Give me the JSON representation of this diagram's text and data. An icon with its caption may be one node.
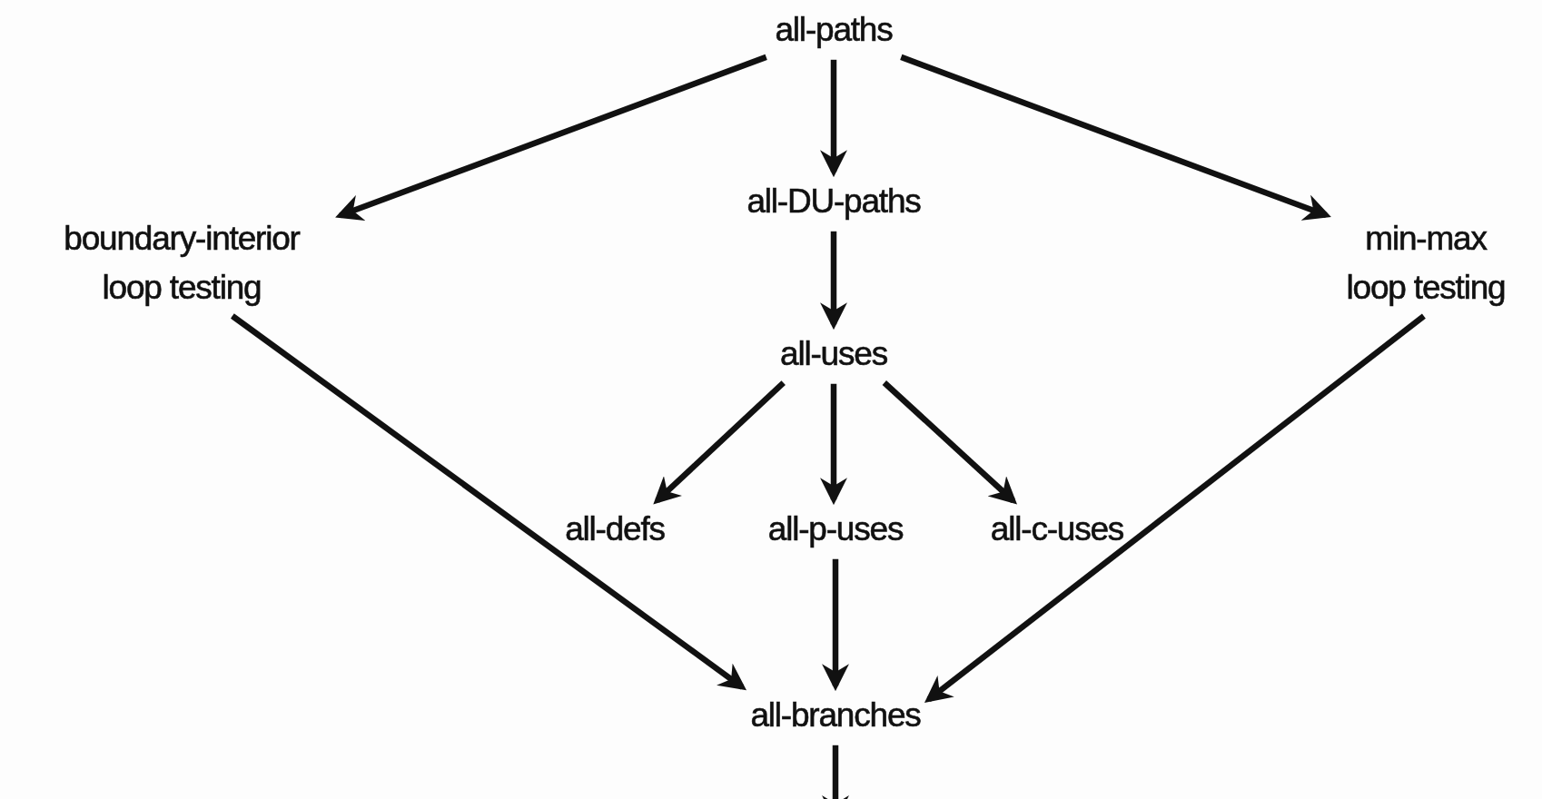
{
  "diagram": {
    "nodes": [
      {
        "text": [
          "all-paths"
        ]
      },
      {
        "text": [
          "boundary-interior loop testing"
        ]
      },
      {
        "text": [
          "all-DU-paths"
        ]
      },
      {
        "text": [
          "min-max loop testing"
        ]
      },
      {
        "text": [
          "all-uses"
        ]
      },
      {
        "text": [
          "all-defs"
        ]
      },
      {
        "text": [
          "all-p-uses"
        ]
      },
      {
        "text": [
          "all-c-uses"
        ]
      },
      {
        "text": [
          "all-branches"
        ]
      }
    ],
    "edges": [
      {
        "from": 0,
        "to": 1,
        "arrow": "to"
      },
      {
        "from": 0,
        "to": 2,
        "arrow": "to"
      },
      {
        "from": 0,
        "to": 3,
        "arrow": "to"
      },
      {
        "from": 2,
        "to": 4,
        "arrow": "to"
      },
      {
        "from": 4,
        "to": 5,
        "arrow": "to"
      },
      {
        "from": 4,
        "to": 6,
        "arrow": "to"
      },
      {
        "from": 4,
        "to": 7,
        "arrow": "to"
      },
      {
        "from": 6,
        "to": 8,
        "arrow": "to"
      },
      {
        "from": 1,
        "to": 8,
        "arrow": "to"
      },
      {
        "from": 3,
        "to": 8,
        "arrow": "to"
      },
      {
        "from": 8,
        "to": null,
        "arrow": "to"
      }
    ]
  }
}
